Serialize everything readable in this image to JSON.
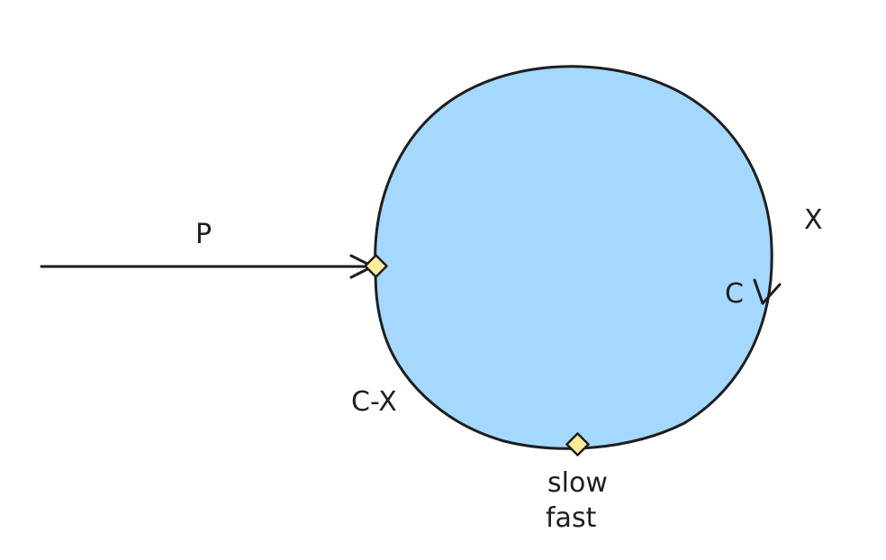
{
  "colors": {
    "circle_fill": "#a5d8ff",
    "stroke": "#1e1e1e",
    "accent": "#f08c00",
    "marker_fill": "#ffec99"
  },
  "labels": {
    "tail": "P",
    "cycle_length": "C",
    "arc_to_meeting": "X",
    "arc_remaining": "C-X",
    "meeting_slow": "slow",
    "meeting_fast": "fast"
  }
}
